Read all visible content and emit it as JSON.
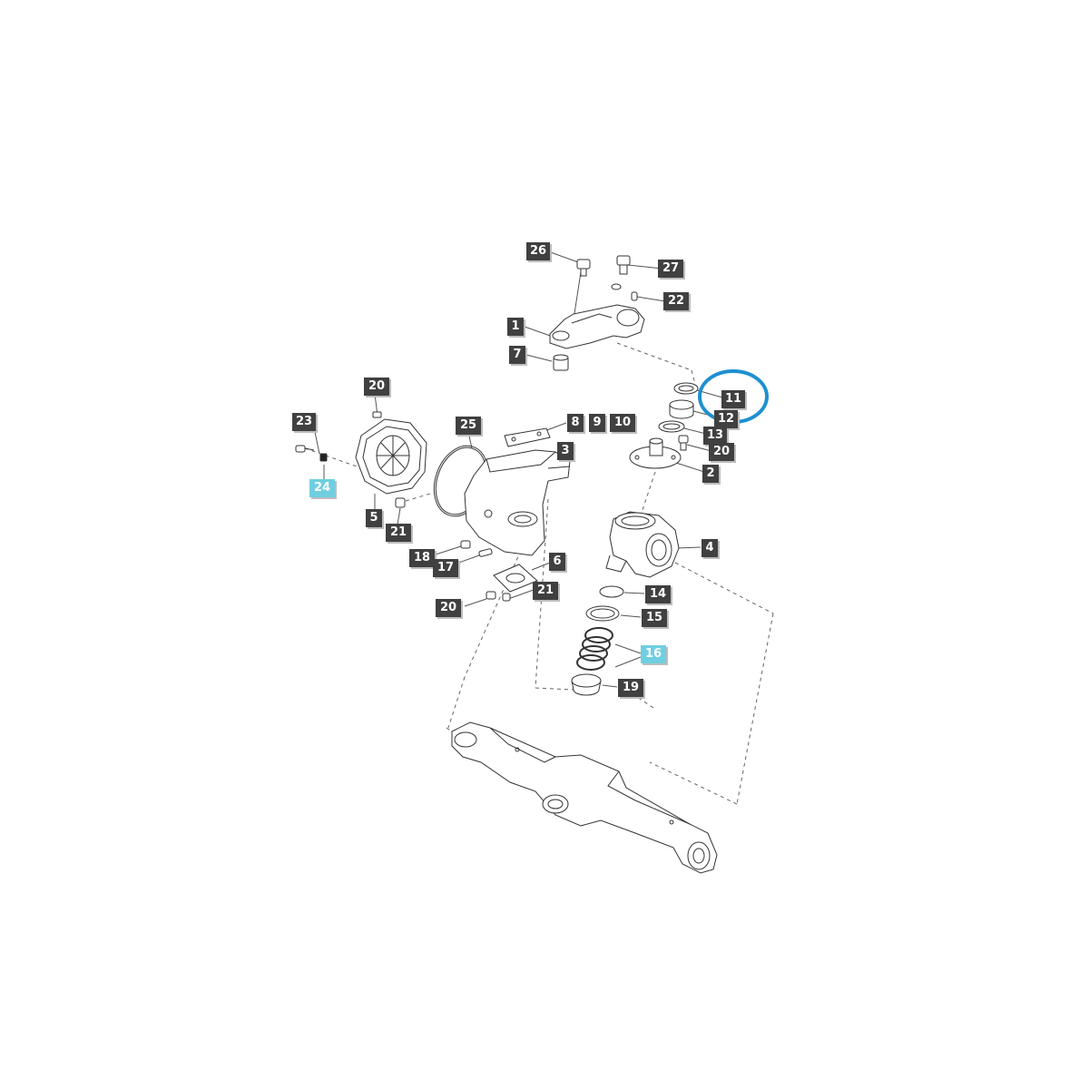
{
  "diagram": {
    "callouts": [
      {
        "id": "26",
        "label": "26",
        "highlight": false
      },
      {
        "id": "27",
        "label": "27",
        "highlight": false
      },
      {
        "id": "22",
        "label": "22",
        "highlight": false
      },
      {
        "id": "1",
        "label": "1",
        "highlight": false
      },
      {
        "id": "7",
        "label": "7",
        "highlight": false
      },
      {
        "id": "11",
        "label": "11",
        "highlight": false
      },
      {
        "id": "12",
        "label": "12",
        "highlight": false
      },
      {
        "id": "13",
        "label": "13",
        "highlight": false
      },
      {
        "id": "20a",
        "label": "20",
        "highlight": false
      },
      {
        "id": "2",
        "label": "2",
        "highlight": false
      },
      {
        "id": "20b",
        "label": "20",
        "highlight": false
      },
      {
        "id": "23",
        "label": "23",
        "highlight": false
      },
      {
        "id": "24",
        "label": "24",
        "highlight": true
      },
      {
        "id": "25",
        "label": "25",
        "highlight": false
      },
      {
        "id": "8",
        "label": "8",
        "highlight": false
      },
      {
        "id": "9",
        "label": "9",
        "highlight": false
      },
      {
        "id": "10",
        "label": "10",
        "highlight": false
      },
      {
        "id": "3",
        "label": "3",
        "highlight": false
      },
      {
        "id": "5",
        "label": "5",
        "highlight": false
      },
      {
        "id": "21a",
        "label": "21",
        "highlight": false
      },
      {
        "id": "4",
        "label": "4",
        "highlight": false
      },
      {
        "id": "18",
        "label": "18",
        "highlight": false
      },
      {
        "id": "17",
        "label": "17",
        "highlight": false
      },
      {
        "id": "6",
        "label": "6",
        "highlight": false
      },
      {
        "id": "21b",
        "label": "21",
        "highlight": false
      },
      {
        "id": "20c",
        "label": "20",
        "highlight": false
      },
      {
        "id": "14",
        "label": "14",
        "highlight": false
      },
      {
        "id": "15",
        "label": "15",
        "highlight": false
      },
      {
        "id": "16",
        "label": "16",
        "highlight": true
      },
      {
        "id": "19",
        "label": "19",
        "highlight": false
      }
    ],
    "highlight_ring_color": "#1e90d0",
    "callout_color": "#404040",
    "highlight_color": "#6fcfe0"
  }
}
